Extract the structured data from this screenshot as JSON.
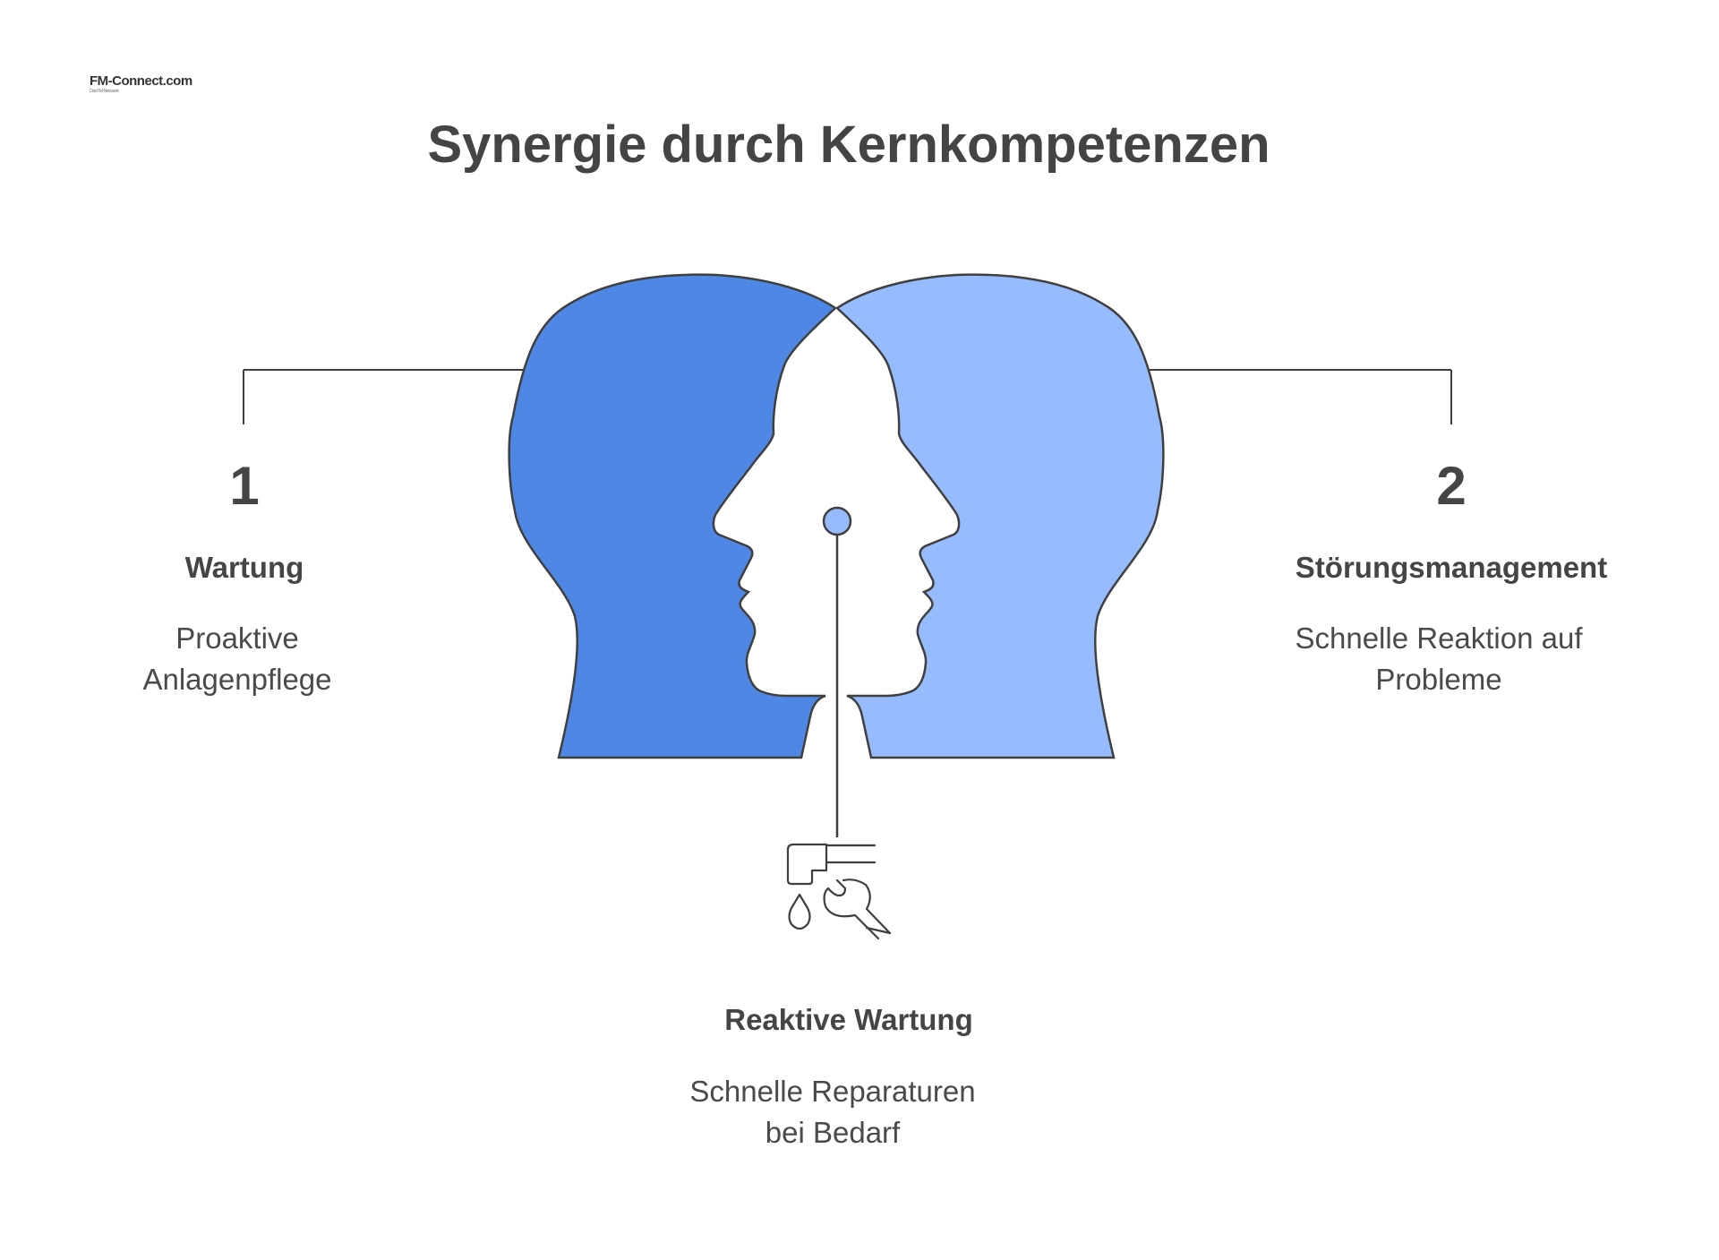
{
  "logo": {
    "text": "FM-Connect.com",
    "tagline": "Das FM-Netzwerk"
  },
  "title": "Synergie durch Kernkompetenzen",
  "items": [
    {
      "number": "1",
      "heading": "Wartung",
      "desc_lines": [
        "Proaktive",
        "Anlagenpflege"
      ]
    },
    {
      "number": "2",
      "heading": "Störungsmanagement",
      "desc_lines": [
        "Schnelle Reaktion auf",
        "Probleme"
      ]
    }
  ],
  "center": {
    "icon": "faucet-wrench-icon",
    "heading": "Reaktive Wartung",
    "desc_lines": [
      "Schnelle Reparaturen",
      "bei Bedarf"
    ]
  },
  "colors": {
    "left_head": "#4F88E4",
    "right_head": "#96BBFE",
    "stroke": "#3f3f3f"
  }
}
